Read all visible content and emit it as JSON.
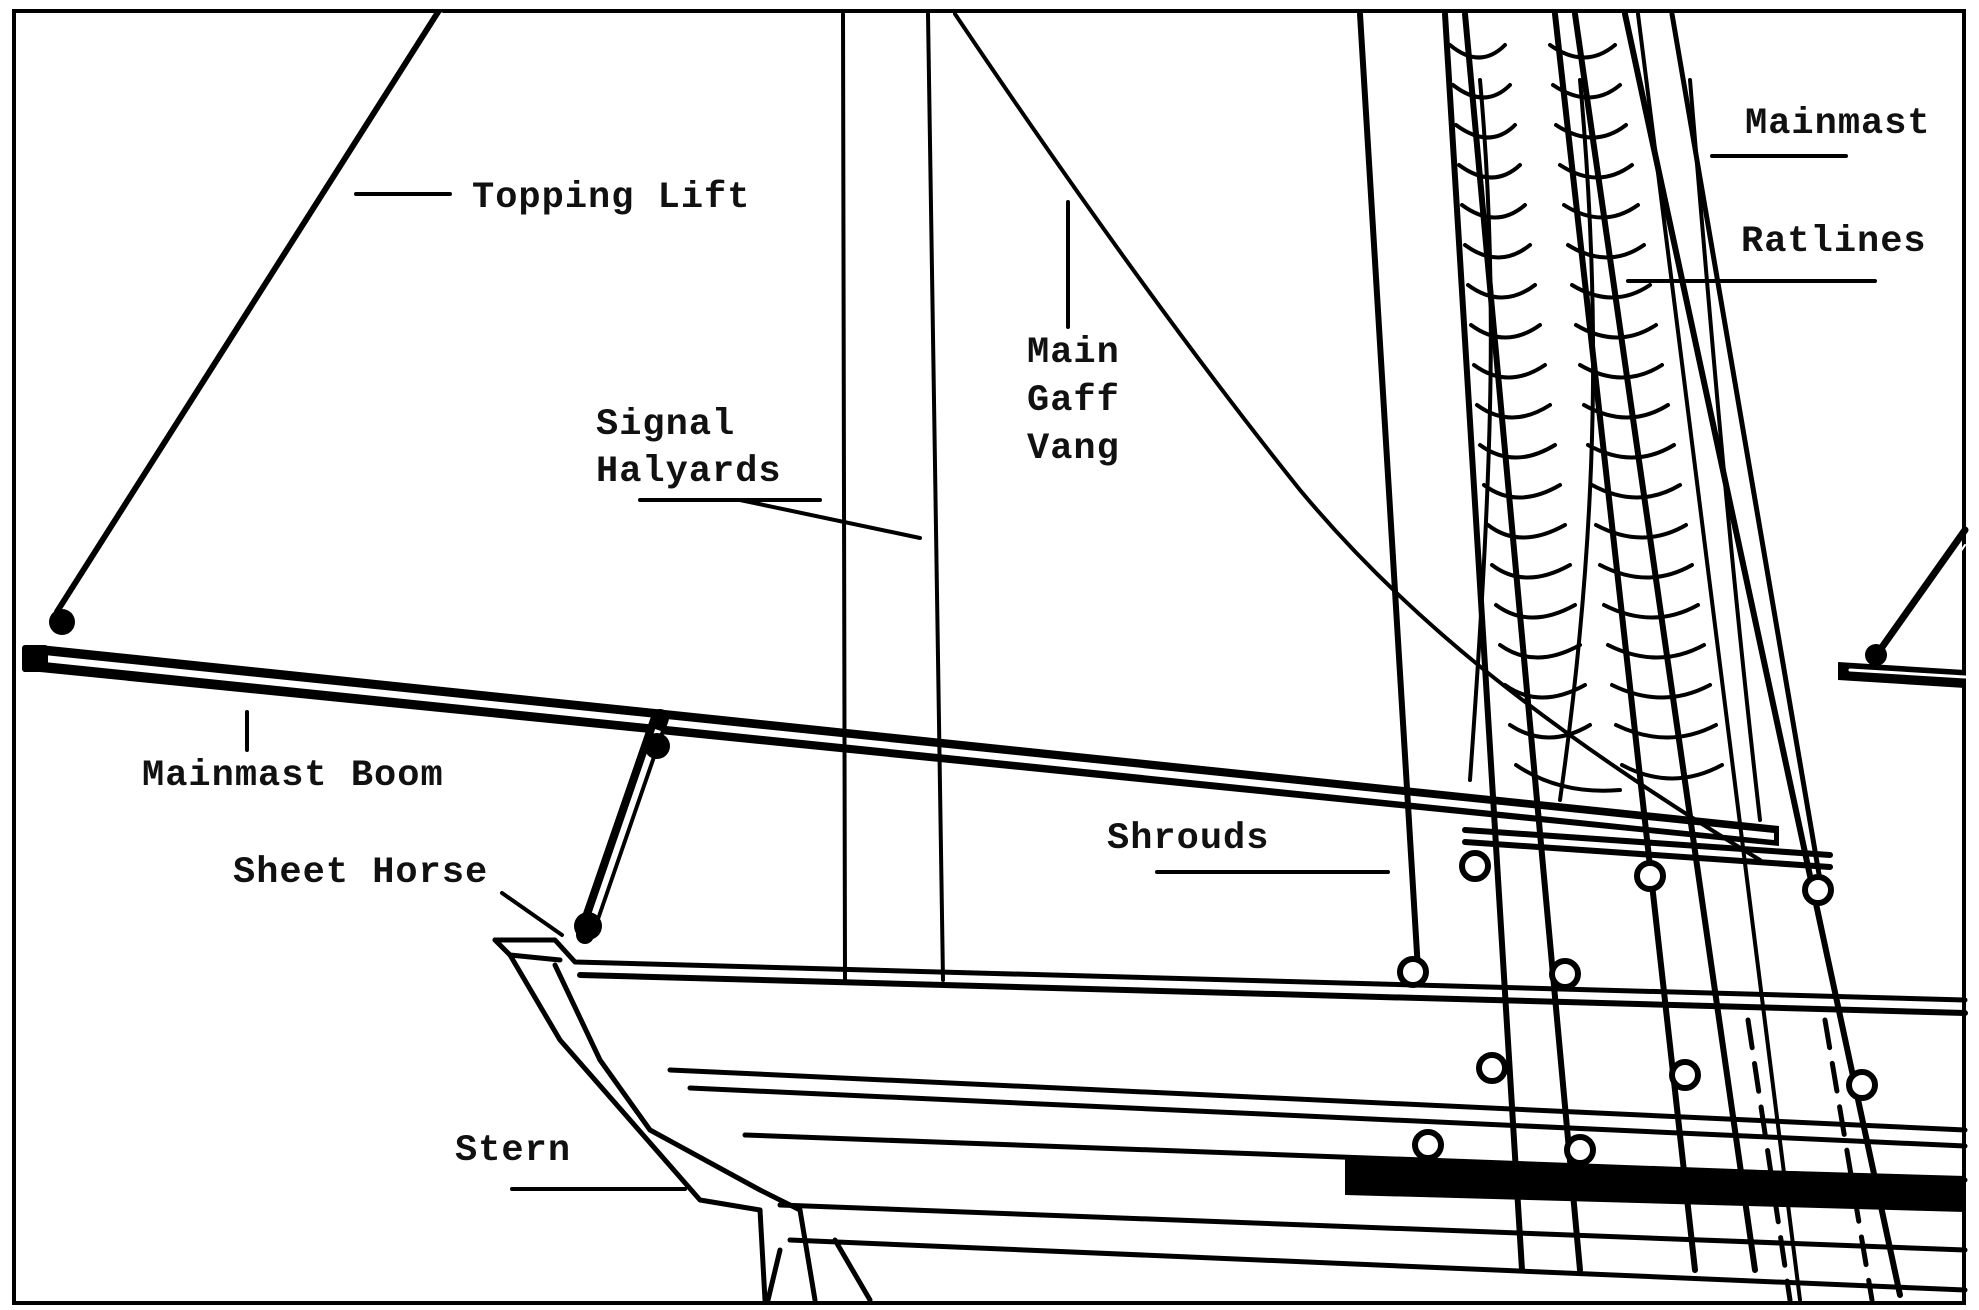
{
  "diagram": {
    "labels": {
      "topping_lift": "Topping Lift",
      "mainmast": "Mainmast",
      "ratlines": "Ratlines",
      "main_gaff_vang": [
        "Main",
        "Gaff",
        "Vang"
      ],
      "signal_halyards": [
        "Signal",
        "Halyards"
      ],
      "mainmast_boom": "Mainmast Boom",
      "sheet_horse": "Sheet Horse",
      "shrouds": "Shrouds",
      "stern": "Stern"
    }
  }
}
